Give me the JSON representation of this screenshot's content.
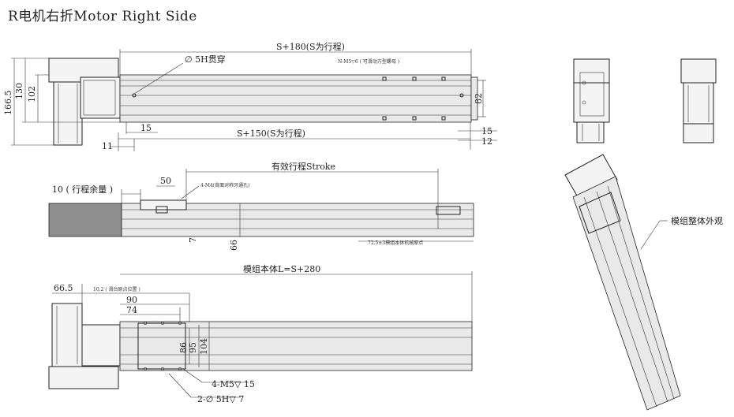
{
  "title": "R电机右折Motor Right Side",
  "top_view": {
    "dim_total": "S+180(S为行程)",
    "dim_hole": "∅ 5H贯穿",
    "dim_note": "N-M5▽6 ( 可滑动方型螺母 )",
    "dim_height_outer": "166.5",
    "dim_height_mid": "130",
    "dim_height_inner": "102",
    "dim_82": "82",
    "dim_15_left": "15",
    "dim_11": "11",
    "dim_stroke_150": "S+150(S为行程)",
    "dim_15_right": "15",
    "dim_12": "12"
  },
  "side_view": {
    "dim_effective": "有效行程Stroke",
    "dim_margin": "10 ( 行程余量 )",
    "dim_50": "50",
    "dim_note_holes": "4-M4(背面对称牙通孔)",
    "dim_7": "7",
    "dim_66": "66",
    "dim_note_right": "72.5±3模组本体机械原点"
  },
  "bottom_view": {
    "dim_body": "模组本体L=S+280",
    "dim_665": "66.5",
    "dim_slide": "10.2 ( 滑台原点位置 )",
    "dim_90": "90",
    "dim_74": "74",
    "dim_86": "86",
    "dim_95": "95",
    "dim_104": "104",
    "dim_m5": "4-M5▽ 15",
    "dim_5h": "2-∅ 5H▽ 7"
  },
  "iso_view": {
    "label": "模组整体外观"
  }
}
